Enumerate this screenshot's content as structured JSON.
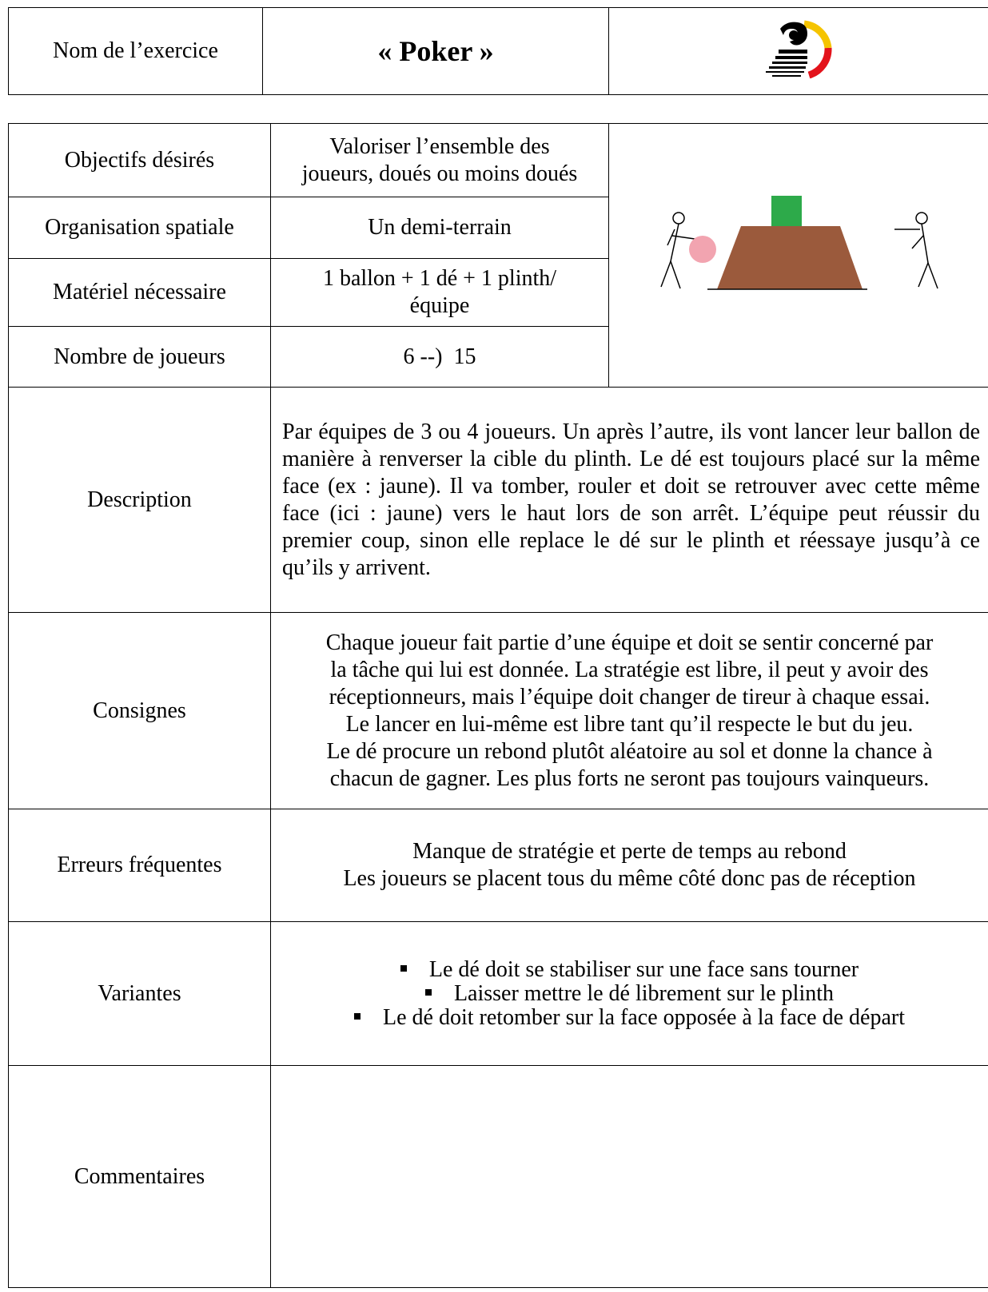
{
  "header": {
    "name_label": "Nom de l’exercice",
    "title": "« Poker »"
  },
  "objectifs": {
    "label": "Objectifs désirés",
    "line1": "Valoriser l’ensemble des",
    "line2": "joueurs, doués ou moins doués"
  },
  "organisation": {
    "label": "Organisation spatiale",
    "value": "Un demi-terrain"
  },
  "materiel": {
    "label": "Matériel nécessaire",
    "line1": "1 ballon + 1 dé + 1 plinth/",
    "line2": "équipe"
  },
  "nombre": {
    "label": "Nombre de joueurs",
    "value": "6 --)  15"
  },
  "description": {
    "label": "Description",
    "text": "Par équipes de 3 ou 4 joueurs. Un après l’autre, ils vont lancer leur ballon de manière à renverser la cible du plinth. Le dé est toujours placé sur la même face (ex : jaune). Il va tomber, rouler et doit se retrouver avec cette même face (ici : jaune) vers le haut lors de son arrêt. L’équipe peut réussir du premier coup, sinon elle replace le dé sur le plinth et réessaye jusqu’à ce qu’ils y arrivent."
  },
  "consignes": {
    "label": "Consignes",
    "lines": [
      "Chaque joueur fait partie d’une équipe et doit se sentir concerné par",
      "la tâche qui lui est donnée. La stratégie est libre, il peut y avoir des",
      "réceptionneurs, mais l’équipe doit changer de tireur à chaque essai.",
      "Le lancer en lui-même est libre tant qu’il respecte le but du jeu.",
      "Le dé procure un rebond plutôt aléatoire au sol et donne la chance à",
      "chacun de gagner. Les plus forts ne seront pas toujours vainqueurs."
    ]
  },
  "erreurs": {
    "label": "Erreurs fréquentes",
    "line1": "Manque de stratégie et perte de temps au rebond",
    "line2": "Les joueurs se placent tous du même côté donc pas de réception"
  },
  "variantes": {
    "label": "Variantes",
    "items": [
      "Le dé doit se stabiliser sur une face sans tourner",
      "Laisser mettre le dé librement sur le plinth",
      "Le dé doit retomber sur la face opposée à la face de départ"
    ]
  },
  "commentaires": {
    "label": "Commentaires",
    "value": ""
  },
  "colors": {
    "plinth": "#9b5a3c",
    "die": "#2daa4a",
    "ball": "#f2a4b0",
    "logo_yellow": "#f5c400",
    "logo_red": "#e3131b",
    "logo_black": "#000000"
  },
  "icons": {
    "logo": "logo-icon",
    "diagram": "plinth-diagram"
  }
}
